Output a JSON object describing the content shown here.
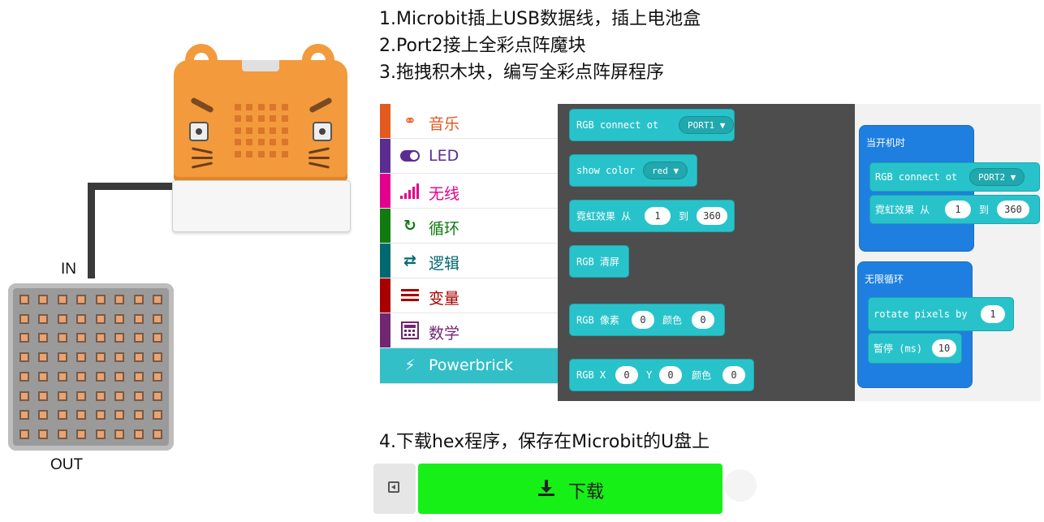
{
  "steps": {
    "s1": "1.Microbit插上USB数据线，插上电池盒",
    "s2": "2.Port2接上全彩点阵魔块",
    "s3": "3.拖拽积木块，编写全彩点阵屏程序",
    "s4": "4.下载hex程序，保存在Microbit的U盘上"
  },
  "hardware": {
    "in_label": "IN",
    "out_label": "OUT"
  },
  "categories": [
    {
      "label": "音乐",
      "icon": "headphones-icon",
      "color": "#e3591e"
    },
    {
      "label": "LED",
      "icon": "toggle-icon",
      "color": "#5c2d91"
    },
    {
      "label": "无线",
      "icon": "signal-icon",
      "color": "#e3008c"
    },
    {
      "label": "循环",
      "icon": "loop-icon",
      "color": "#107c10"
    },
    {
      "label": "逻辑",
      "icon": "shuffle-icon",
      "color": "#006970"
    },
    {
      "label": "变量",
      "icon": "list-icon",
      "color": "#a80000"
    },
    {
      "label": "数学",
      "icon": "calculator-icon",
      "color": "#712672"
    },
    {
      "label": "Powerbrick",
      "icon": "bolt-icon",
      "color": "#32bfc7"
    }
  ],
  "flyout": {
    "b1": {
      "text": "RGB connect ot",
      "port": "PORT1"
    },
    "b2": {
      "text": "show color",
      "color": "red"
    },
    "b3": {
      "text": "霓虹效果 从",
      "from": "1",
      "to_label": "到",
      "to": "360"
    },
    "b4": {
      "text": "RGB 清屏"
    },
    "b5": {
      "text": "RGB 像素",
      "v1": "0",
      "color_label": "颜色",
      "v2": "0"
    },
    "b6": {
      "text": "RGB X",
      "x": "0",
      "y_label": "Y",
      "y": "0",
      "color_label": "颜色",
      "v": "0"
    }
  },
  "workspace": {
    "on_start": "当开机时",
    "connect": {
      "text": "RGB connect ot",
      "port": "PORT2"
    },
    "rainbow": {
      "text": "霓虹效果 从",
      "from": "1",
      "to_label": "到",
      "to": "360"
    },
    "forever": "无限循环",
    "rotate": {
      "text": "rotate pixels by",
      "value": "1"
    },
    "pause": {
      "text": "暂停 (ms)",
      "value": "10"
    }
  },
  "download": {
    "label": "下载"
  }
}
